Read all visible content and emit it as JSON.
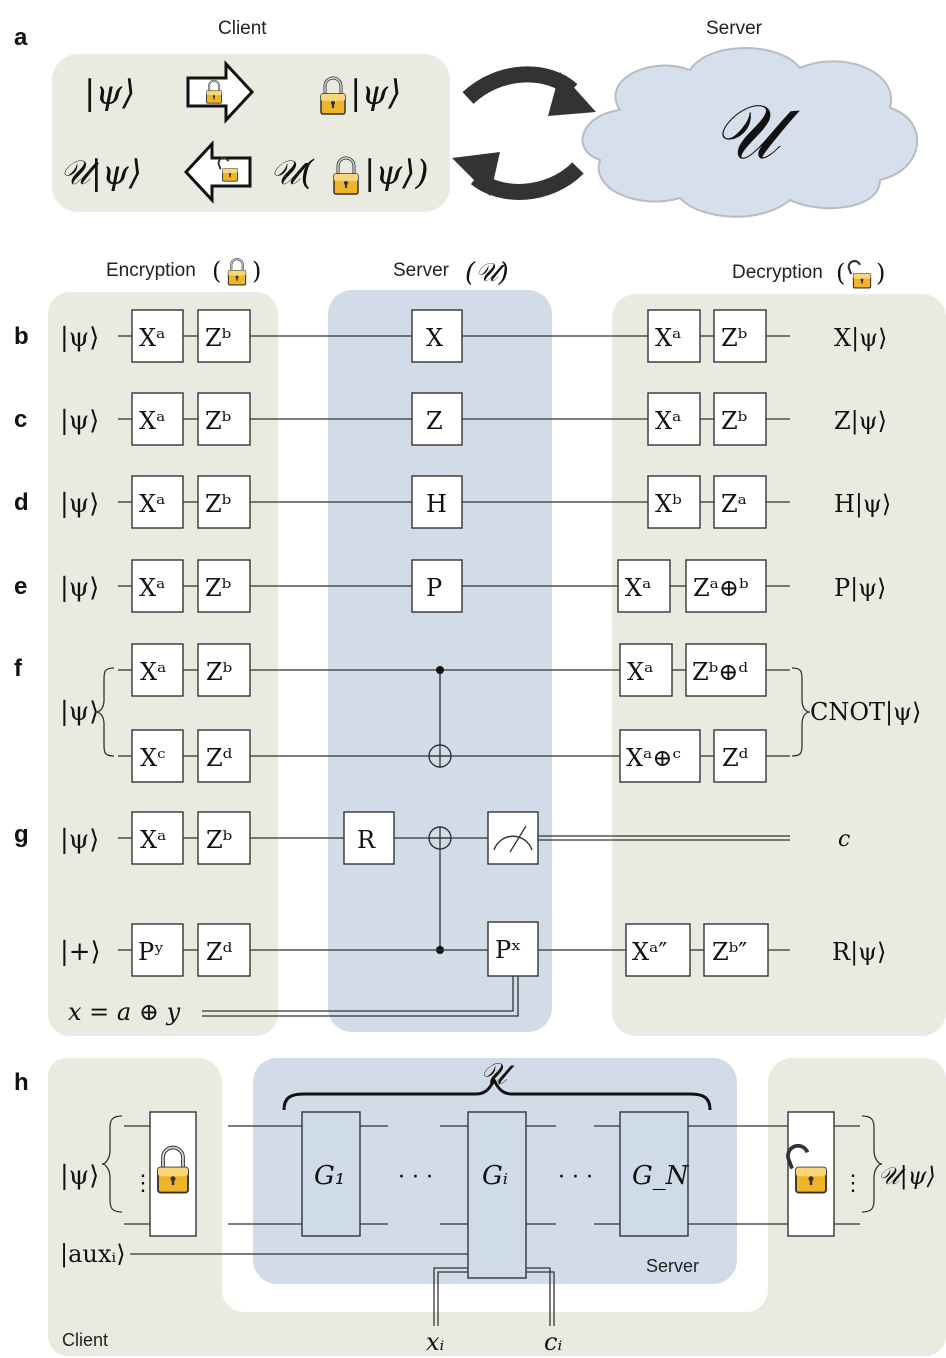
{
  "panels": {
    "a": "a",
    "b": "b",
    "c": "c",
    "d": "d",
    "e": "e",
    "f": "f",
    "g": "g",
    "h": "h"
  },
  "headers": {
    "client": "Client",
    "server": "Server",
    "encryption": "Encryption",
    "server_col": "Server",
    "decryption": "Decryption",
    "h_server": "Server",
    "h_client": "Client"
  },
  "panel_a": {
    "psi": "|ψ⟩",
    "locked_psi": "|ψ⟩",
    "U_psi": "𝒰|ψ⟩",
    "U_locked_prefix": "𝒰(",
    "U_locked_suffix": "|ψ⟩)",
    "U_cloud": "𝒰"
  },
  "rows": [
    {
      "letter": "b",
      "input": "|ψ⟩",
      "enc1": "Xᵃ",
      "enc2": "Zᵇ",
      "server": "X",
      "dec1": "Xᵃ",
      "dec2": "Zᵇ",
      "output": "X|ψ⟩"
    },
    {
      "letter": "c",
      "input": "|ψ⟩",
      "enc1": "Xᵃ",
      "enc2": "Zᵇ",
      "server": "Z",
      "dec1": "Xᵃ",
      "dec2": "Zᵇ",
      "output": "Z|ψ⟩"
    },
    {
      "letter": "d",
      "input": "|ψ⟩",
      "enc1": "Xᵃ",
      "enc2": "Zᵇ",
      "server": "H",
      "dec1": "Xᵇ",
      "dec2": "Zᵃ",
      "output": "H|ψ⟩"
    },
    {
      "letter": "e",
      "input": "|ψ⟩",
      "enc1": "Xᵃ",
      "enc2": "Zᵇ",
      "server": "P",
      "dec1": "Xᵃ",
      "dec2": "Zᵃ⊕ᵇ",
      "output": "P|ψ⟩"
    }
  ],
  "row_f": {
    "input": "|ψ⟩",
    "enc_top1": "Xᵃ",
    "enc_top2": "Zᵇ",
    "enc_bot1": "Xᶜ",
    "enc_bot2": "Zᵈ",
    "dec_top1": "Xᵃ",
    "dec_top2": "Zᵇ⊕ᵈ",
    "dec_bot1": "Xᵃ⊕ᶜ",
    "dec_bot2": "Zᵈ",
    "output": "CNOT|ψ⟩"
  },
  "row_g": {
    "input_top": "|ψ⟩",
    "enc_top1": "Xᵃ",
    "enc_top2": "Zᵇ",
    "server_R": "R",
    "output_top": "c",
    "input_bot": "|+⟩",
    "enc_bot1": "Pʸ",
    "enc_bot2": "Zᵈ",
    "server_P": "Pˣ",
    "dec_bot1": "Xᵃ″",
    "dec_bot2": "Zᵇ″",
    "output_bot": "R|ψ⟩",
    "x_eq": "x = a ⊕ y"
  },
  "panel_h": {
    "psi": "|ψ⟩",
    "aux": "|auxᵢ⟩",
    "U_top": "𝒰",
    "G1": "G₁",
    "Gi": "Gᵢ",
    "GN": "G_N",
    "dots": "· · ·",
    "output": "𝒰|ψ⟩",
    "xi": "xᵢ",
    "ci": "cᵢ"
  }
}
